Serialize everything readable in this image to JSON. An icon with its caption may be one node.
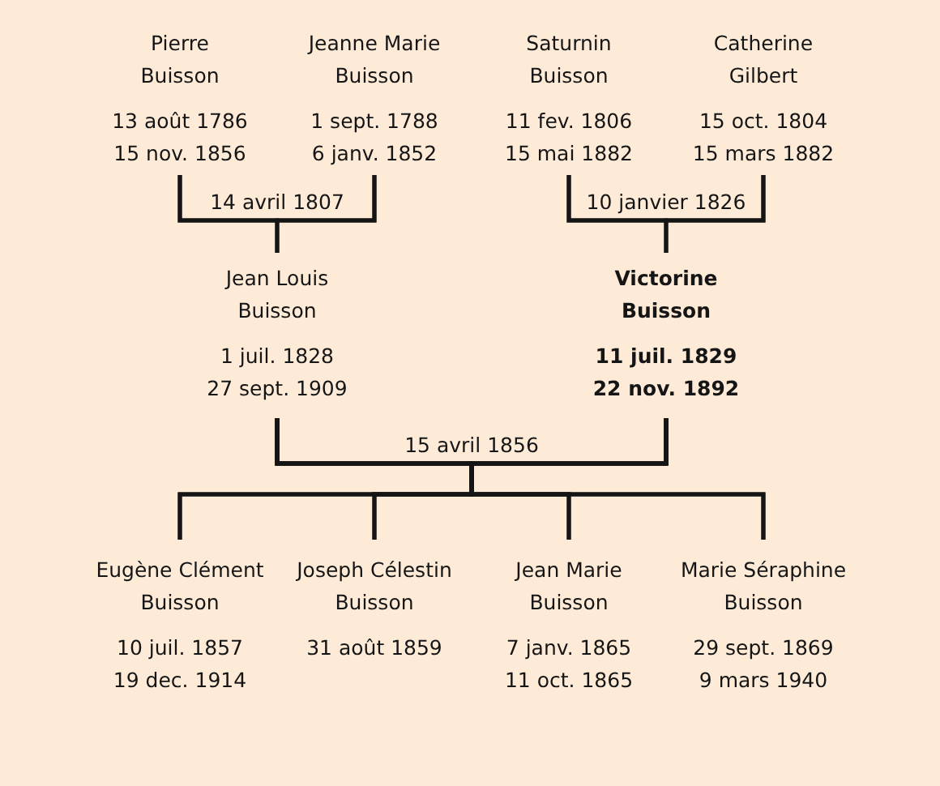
{
  "diagram": {
    "nodes": [
      {
        "text": [
          "Pierre Buisson",
          "13 août 1786",
          "15 nov. 1856"
        ]
      },
      {
        "text": [
          "Jeanne Marie Buisson",
          "1 sept. 1788",
          "6 janv. 1852"
        ]
      },
      {
        "text": [
          "Saturnin Buisson",
          "11 fev. 1806",
          "15 mai 1882"
        ]
      },
      {
        "text": [
          "Catherine Gilbert",
          "15 oct. 1804",
          "15 mars 1882"
        ]
      },
      {
        "text": [
          "Jean Louis Buisson",
          "1 juil. 1828",
          "27 sept. 1909"
        ]
      },
      {
        "text": [
          "Victorine Buisson",
          "11 juil. 1829",
          "22 nov. 1892"
        ]
      },
      {
        "text": [
          "Eugène Clément Buisson",
          "10 juil. 1857",
          "19 dec. 1914"
        ]
      },
      {
        "text": [
          "Joseph Célestin Buisson",
          "31 août 1859"
        ]
      },
      {
        "text": [
          "Jean Marie Buisson",
          "7 janv. 1865",
          "11 oct. 1865"
        ]
      },
      {
        "text": [
          "Marie Séraphine Buisson",
          "29 sept. 1869",
          "9 mars 1940"
        ]
      }
    ],
    "edges": [
      {
        "from": 0,
        "to": 1,
        "arrow": "none",
        "label": "14 avril 1807"
      },
      {
        "from": 0,
        "to": 4,
        "arrow": "none"
      },
      {
        "from": 1,
        "to": 4,
        "arrow": "none"
      },
      {
        "from": 2,
        "to": 3,
        "arrow": "none",
        "label": "10 janvier 1826"
      },
      {
        "from": 2,
        "to": 5,
        "arrow": "none"
      },
      {
        "from": 3,
        "to": 5,
        "arrow": "none"
      },
      {
        "from": 4,
        "to": 5,
        "arrow": "none",
        "label": "15 avril 1856"
      },
      {
        "from": 4,
        "to": 6,
        "arrow": "none"
      },
      {
        "from": 4,
        "to": 7,
        "arrow": "none"
      },
      {
        "from": 4,
        "to": 8,
        "arrow": "none"
      },
      {
        "from": 4,
        "to": 9,
        "arrow": "none"
      },
      {
        "from": 5,
        "to": 6,
        "arrow": "none"
      },
      {
        "from": 5,
        "to": 7,
        "arrow": "none"
      },
      {
        "from": 5,
        "to": 8,
        "arrow": "none"
      },
      {
        "from": 5,
        "to": 9,
        "arrow": "none"
      }
    ]
  }
}
